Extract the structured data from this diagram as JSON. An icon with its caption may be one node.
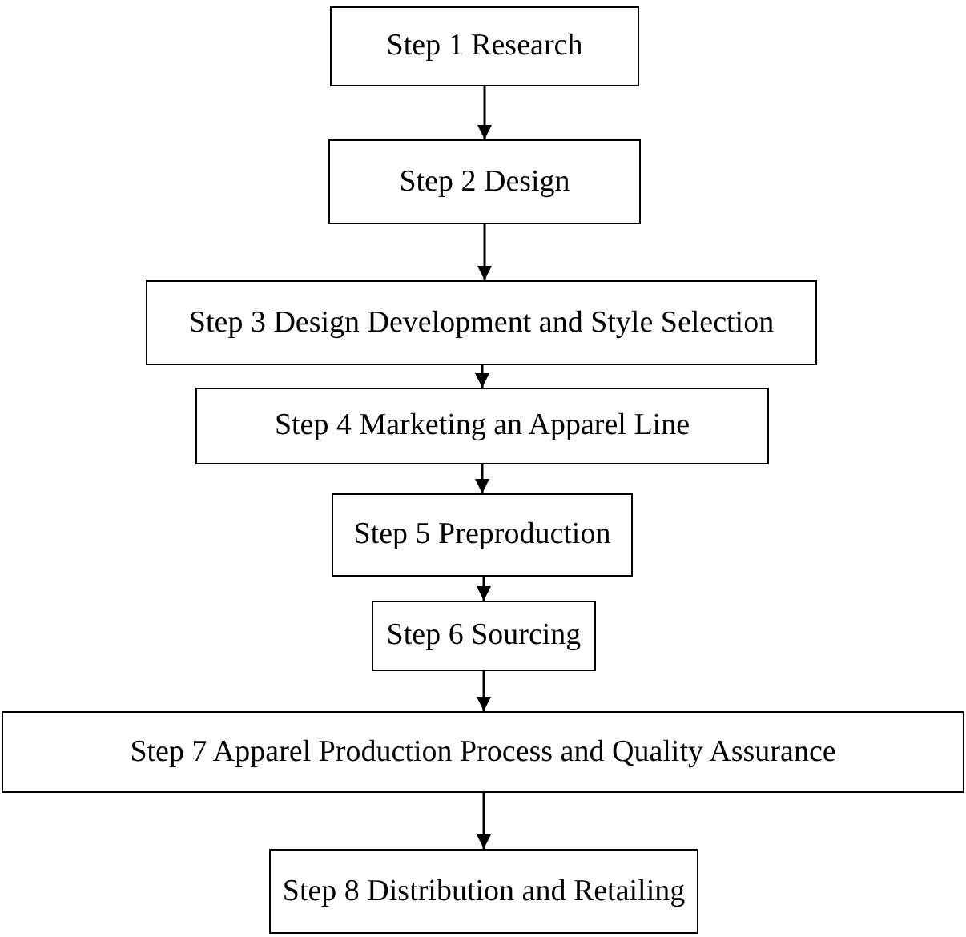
{
  "diagram": {
    "nodes": [
      {
        "text": [
          "Step 1 Research"
        ]
      },
      {
        "text": [
          "Step 2 Design"
        ]
      },
      {
        "text": [
          "Step 3 Design Development and Style Selection"
        ]
      },
      {
        "text": [
          "Step 4 Marketing an Apparel Line"
        ]
      },
      {
        "text": [
          "Step 5 Preproduction"
        ]
      },
      {
        "text": [
          "Step 6 Sourcing"
        ]
      },
      {
        "text": [
          "Step 7 Apparel Production Process and Quality Assurance"
        ]
      },
      {
        "text": [
          "Step 8 Distribution and Retailing"
        ]
      }
    ],
    "edges": [
      {
        "from": 0,
        "to": 1,
        "arrow": "to"
      },
      {
        "from": 1,
        "to": 2,
        "arrow": "to"
      },
      {
        "from": 2,
        "to": 3,
        "arrow": "to"
      },
      {
        "from": 3,
        "to": 4,
        "arrow": "to"
      },
      {
        "from": 4,
        "to": 5,
        "arrow": "to"
      },
      {
        "from": 5,
        "to": 6,
        "arrow": "to"
      },
      {
        "from": 6,
        "to": 7,
        "arrow": "to"
      }
    ]
  }
}
